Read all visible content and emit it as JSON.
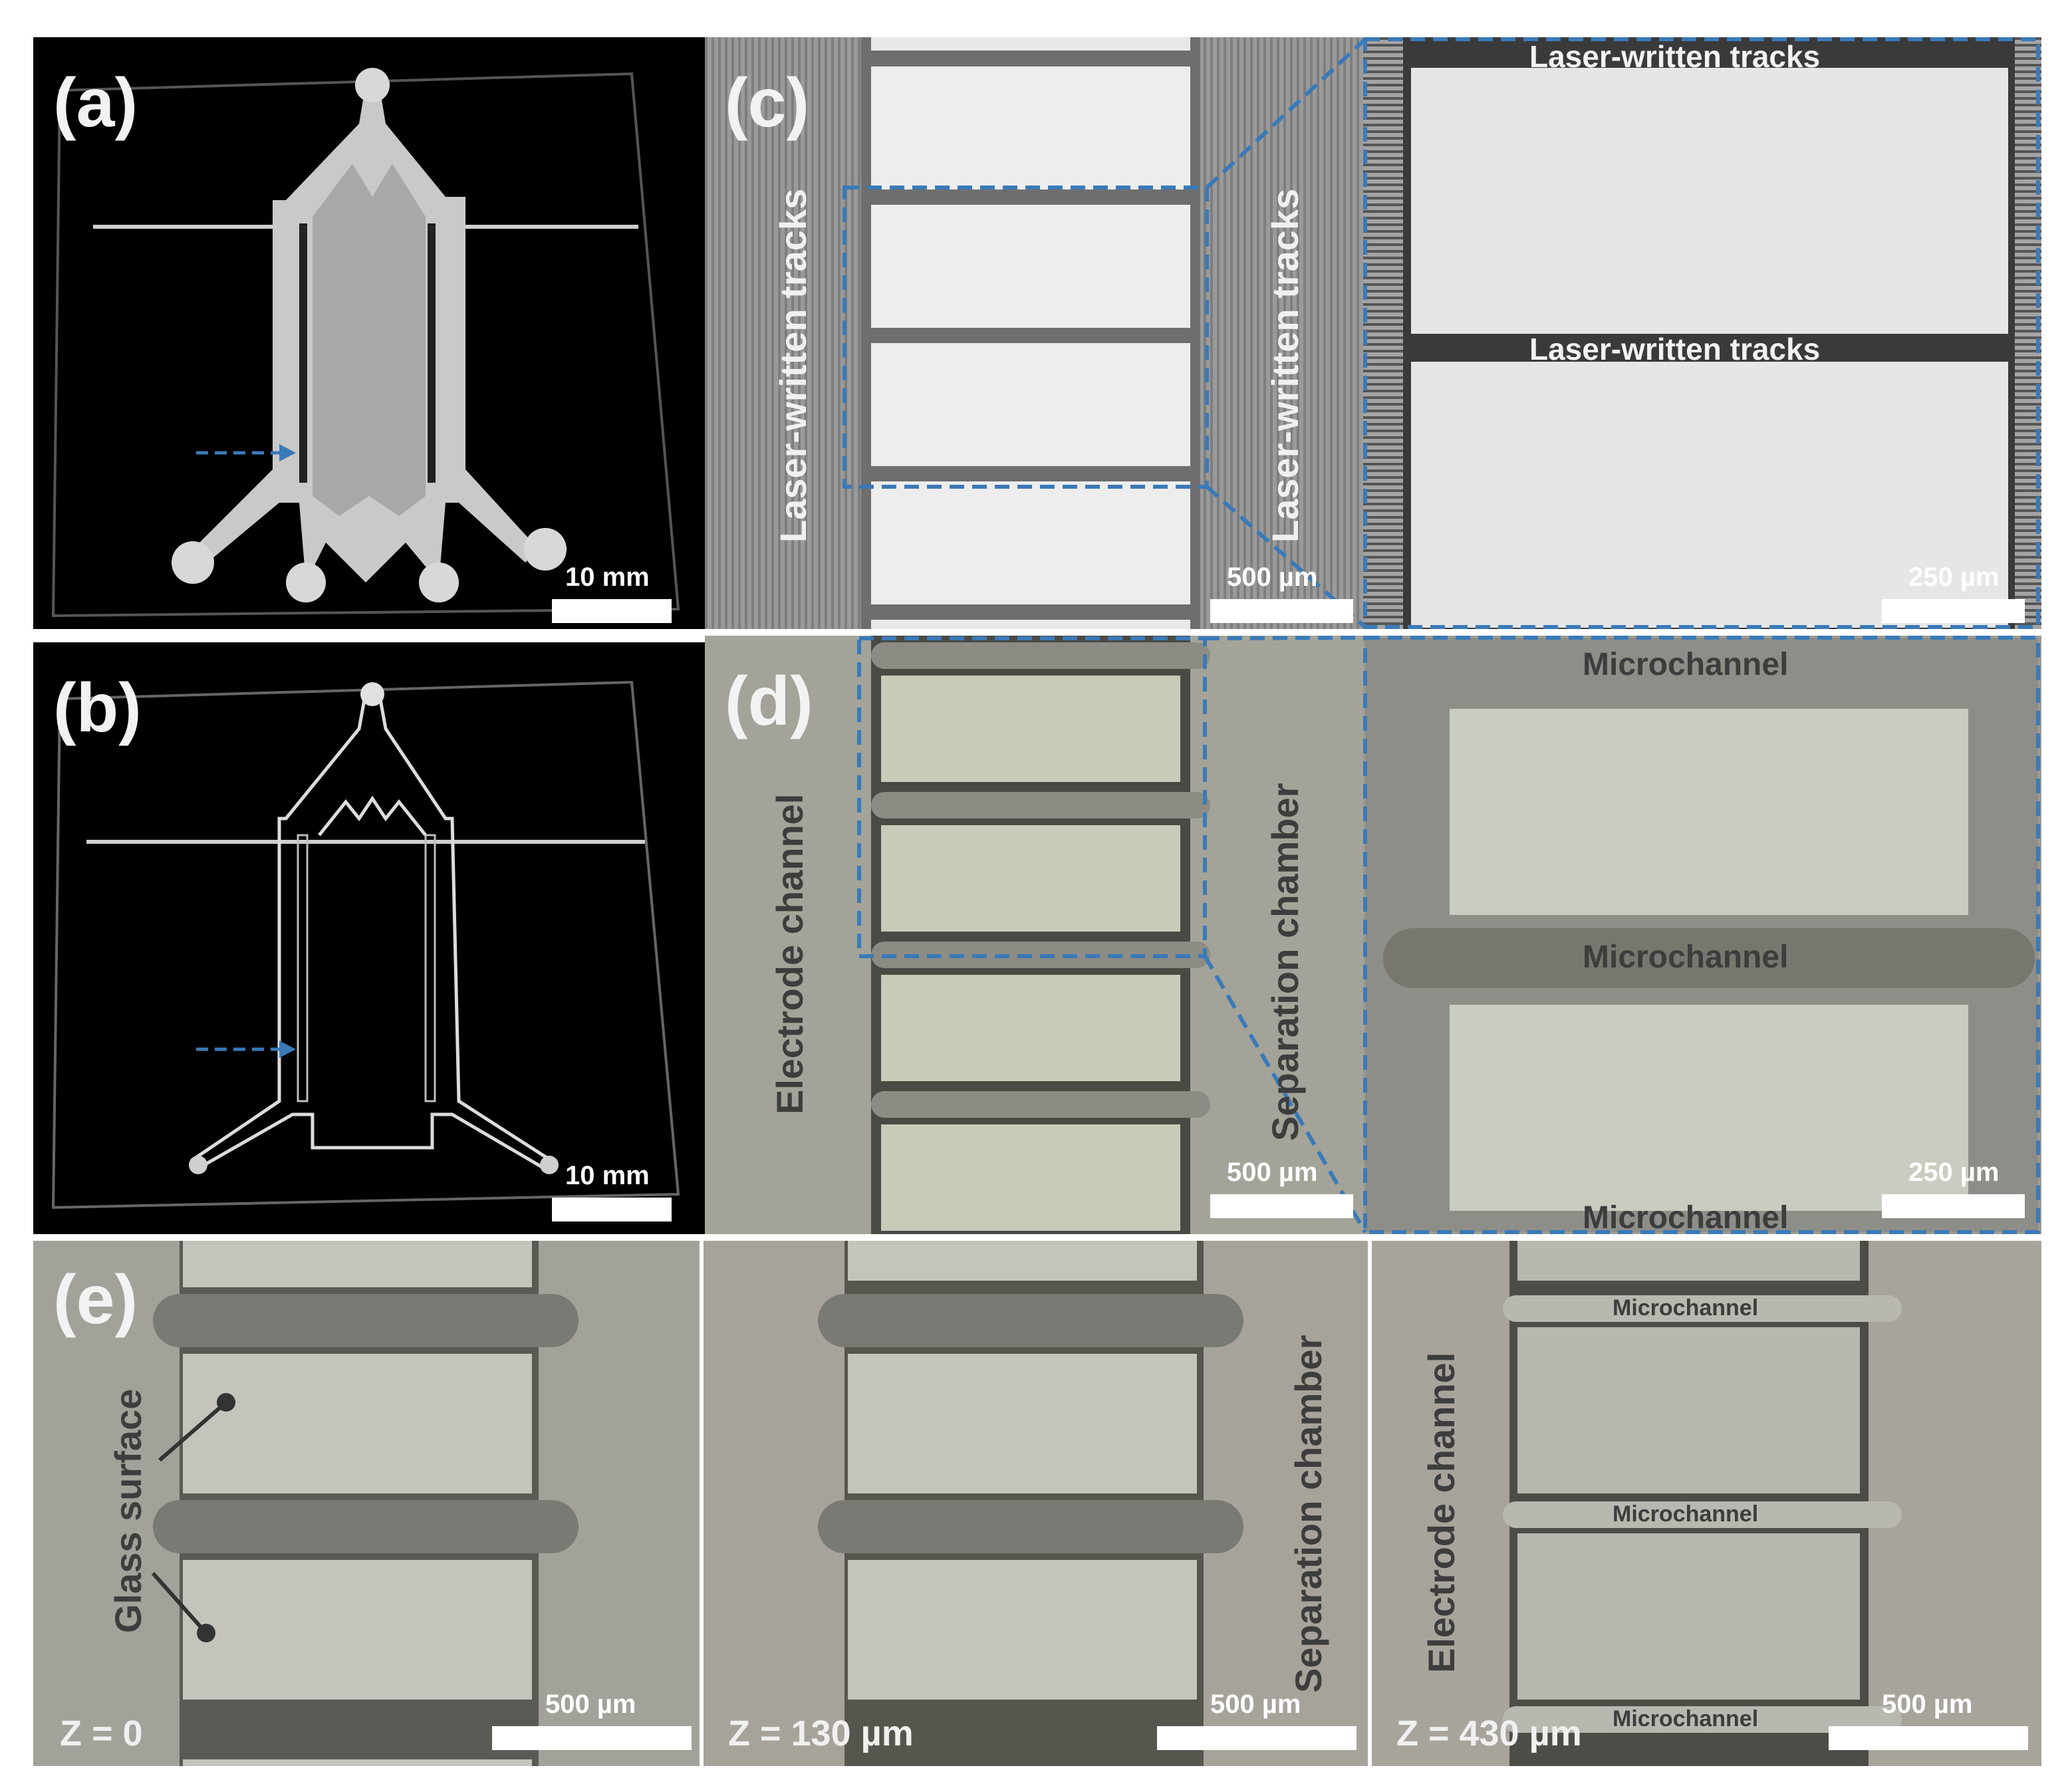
{
  "panels": {
    "a": {
      "label": "(a)",
      "scale": "10 mm"
    },
    "b": {
      "label": "(b)",
      "scale": "10 mm"
    },
    "c": {
      "label": "(c)",
      "scale_left": "500 µm",
      "scale_right": "250 µm",
      "track_left": "Laser-written tracks",
      "track_mid": "Laser-written tracks",
      "track_top": "Laser-written tracks",
      "track_middle": "Laser-written tracks"
    },
    "d": {
      "label": "(d)",
      "scale_left": "500 µm",
      "scale_right": "250 µm",
      "electrode": "Electrode channel",
      "separation": "Separation chamber",
      "mc_top": "Microchannel",
      "mc_mid": "Microchannel",
      "mc_bot": "Microchannel"
    },
    "e": {
      "label": "(e)",
      "glass": "Glass surface",
      "z0": "Z = 0",
      "z1": "Z = 130 µm",
      "z2": "Z = 430 µm",
      "scale1": "500 µm",
      "scale2": "500 µm",
      "scale3": "500 µm",
      "separation": "Separation chamber",
      "electrode": "Electrode channel",
      "mc1": "Microchannel",
      "mc2": "Microchannel",
      "mc3": "Microchannel"
    }
  },
  "colors": {
    "accent_blue": "#3a7ab8",
    "dark_bg": "#000000",
    "gray_bg": "#8a8a8a",
    "scope_bg": "#9a9a92"
  }
}
